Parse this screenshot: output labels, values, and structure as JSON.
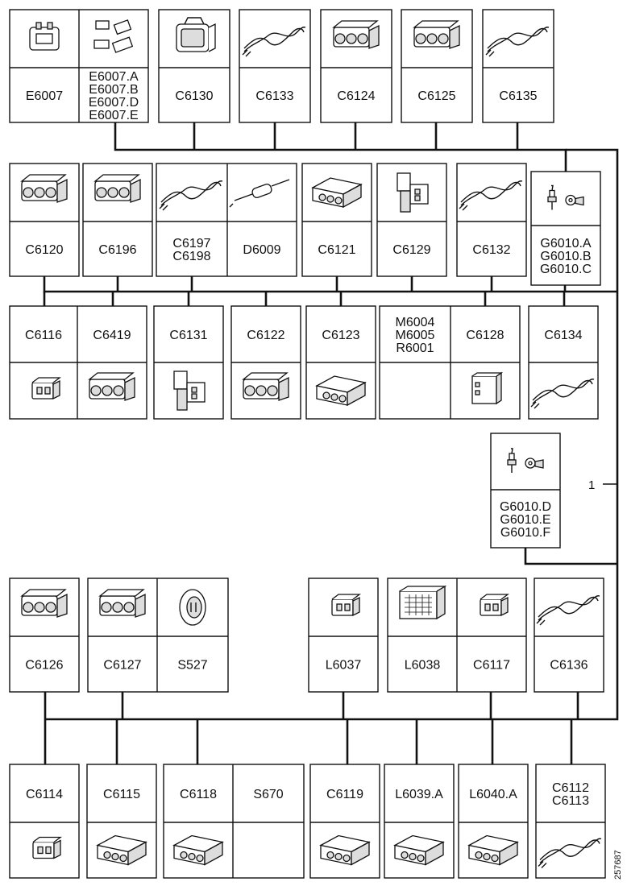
{
  "components": [
    {
      "key": "E6007",
      "labels": [
        "E6007"
      ],
      "icon": "sensor-icon"
    },
    {
      "key": "E6007ABDE",
      "labels": [
        "E6007.A",
        "E6007.B",
        "E6007.D",
        "E6007.E"
      ],
      "icon": "sensor-set-icon"
    },
    {
      "key": "C6130",
      "labels": [
        "C6130"
      ],
      "icon": "large-connector-icon"
    },
    {
      "key": "C6133",
      "labels": [
        "C6133"
      ],
      "icon": "twisted-wire-icon"
    },
    {
      "key": "C6124",
      "labels": [
        "C6124"
      ],
      "icon": "multi-pin-connector-icon"
    },
    {
      "key": "C6125",
      "labels": [
        "C6125"
      ],
      "icon": "multi-pin-connector-icon"
    },
    {
      "key": "C6135",
      "labels": [
        "C6135"
      ],
      "icon": "twisted-wire-icon"
    },
    {
      "key": "C6120",
      "labels": [
        "C6120"
      ],
      "icon": "multi-pin-connector-icon"
    },
    {
      "key": "C6196",
      "labels": [
        "C6196"
      ],
      "icon": "multi-pin-connector-icon"
    },
    {
      "key": "C6197_98",
      "labels": [
        "C6197",
        "C6198"
      ],
      "icon": "twisted-wire-icon"
    },
    {
      "key": "D6009",
      "labels": [
        "D6009"
      ],
      "icon": "diode-icon"
    },
    {
      "key": "C6121",
      "labels": [
        "C6121"
      ],
      "icon": "flat-connector-icon"
    },
    {
      "key": "C6129",
      "labels": [
        "C6129"
      ],
      "icon": "relay-connector-icon"
    },
    {
      "key": "C6132",
      "labels": [
        "C6132"
      ],
      "icon": "twisted-wire-icon"
    },
    {
      "key": "G6010ABC",
      "labels": [
        "G6010.A",
        "G6010.B",
        "G6010.C"
      ],
      "icon": "ground-terminal-icon"
    },
    {
      "key": "C6116",
      "labels": [
        "C6116"
      ],
      "icon": "small-connector-icon"
    },
    {
      "key": "C6419",
      "labels": [
        "C6419"
      ],
      "icon": "multi-pin-connector-icon"
    },
    {
      "key": "C6131",
      "labels": [
        "C6131"
      ],
      "icon": "relay-connector-icon"
    },
    {
      "key": "C6122",
      "labels": [
        "C6122"
      ],
      "icon": "multi-pin-connector-icon"
    },
    {
      "key": "C6123",
      "labels": [
        "C6123"
      ],
      "icon": "flat-connector-icon"
    },
    {
      "key": "M6004",
      "labels": [
        "M6004",
        "M6005",
        "R6001"
      ],
      "icon": ""
    },
    {
      "key": "C6128",
      "labels": [
        "C6128"
      ],
      "icon": "block-connector-icon"
    },
    {
      "key": "C6134",
      "labels": [
        "C6134"
      ],
      "icon": "twisted-wire-icon"
    },
    {
      "key": "G6010DEF",
      "labels": [
        "G6010.D",
        "G6010.E",
        "G6010.F"
      ],
      "icon": "ground-terminal-icon"
    },
    {
      "key": "C6126",
      "labels": [
        "C6126"
      ],
      "icon": "multi-pin-connector-icon"
    },
    {
      "key": "C6127",
      "labels": [
        "C6127"
      ],
      "icon": "multi-pin-connector-icon"
    },
    {
      "key": "S527",
      "labels": [
        "S527"
      ],
      "icon": "grommet-icon"
    },
    {
      "key": "L6037",
      "labels": [
        "L6037"
      ],
      "icon": "small-connector-icon"
    },
    {
      "key": "L6038",
      "labels": [
        "L6038"
      ],
      "icon": "control-unit-connector-icon"
    },
    {
      "key": "C6117",
      "labels": [
        "C6117"
      ],
      "icon": "small-connector-icon"
    },
    {
      "key": "C6136",
      "labels": [
        "C6136"
      ],
      "icon": "twisted-wire-icon"
    },
    {
      "key": "C6114",
      "labels": [
        "C6114"
      ],
      "icon": "small-connector-icon"
    },
    {
      "key": "C6115",
      "labels": [
        "C6115"
      ],
      "icon": "flat-connector-icon"
    },
    {
      "key": "C6118",
      "labels": [
        "C6118"
      ],
      "icon": "flat-connector-icon"
    },
    {
      "key": "S670",
      "labels": [
        "S670"
      ],
      "icon": ""
    },
    {
      "key": "C6119",
      "labels": [
        "C6119"
      ],
      "icon": "flat-connector-icon"
    },
    {
      "key": "L6039A",
      "labels": [
        "L6039.A"
      ],
      "icon": "flat-connector-icon"
    },
    {
      "key": "L6040A",
      "labels": [
        "L6040.A"
      ],
      "icon": "flat-connector-icon"
    },
    {
      "key": "C6112_13",
      "labels": [
        "C6112",
        "C6113"
      ],
      "icon": "twisted-wire-icon"
    }
  ],
  "callout": "1",
  "figure_id": "257687"
}
